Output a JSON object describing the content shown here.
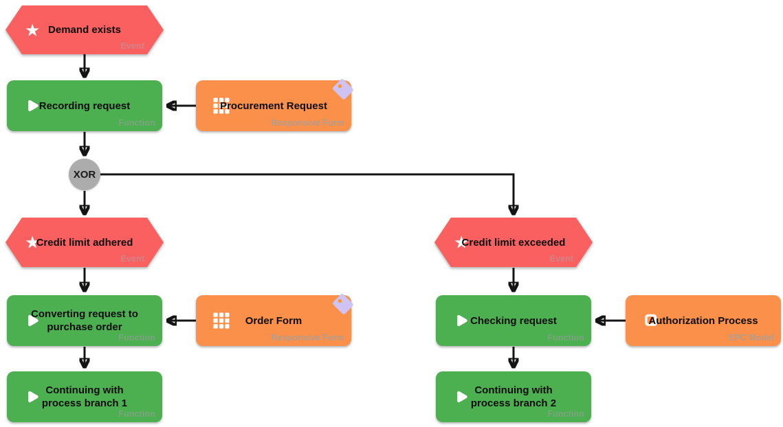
{
  "diagram": {
    "kind": "EPC process model",
    "nodes": {
      "demand": {
        "title": "Demand exists",
        "type": "Event",
        "icon": "star-icon"
      },
      "recording": {
        "title": "Recording request",
        "type": "Function",
        "icon": "play-icon"
      },
      "procurement": {
        "title": "Procurement Request",
        "type": "Responsive Form",
        "icon": "grid-icon",
        "badge": "tag-icon"
      },
      "xor": {
        "label": "XOR"
      },
      "adhered": {
        "title": "Credit limit adhered",
        "type": "Event",
        "icon": "star-icon"
      },
      "exceeded": {
        "title": "Credit limit exceeded",
        "type": "Event",
        "icon": "star-icon"
      },
      "converting": {
        "title": "Converting request to purchase order",
        "type": "Function",
        "icon": "play-icon"
      },
      "orderForm": {
        "title": "Order Form",
        "type": "Responsive Form",
        "icon": "grid-icon",
        "badge": "tag-icon"
      },
      "checking": {
        "title": "Checking request",
        "type": "Function",
        "icon": "play-icon"
      },
      "authorization": {
        "title": "Authorization Process",
        "type": "EPC Model",
        "icon": "model-icon"
      },
      "branch1": {
        "title": "Continuing with process branch 1",
        "type": "Function",
        "icon": "play-icon"
      },
      "branch2": {
        "title": "Continuing with process branch 2",
        "type": "Function",
        "icon": "play-icon"
      }
    },
    "edges": [
      "demand -> recording",
      "procurement -> recording",
      "recording -> xor",
      "xor -> adhered",
      "xor -> exceeded",
      "adhered -> converting",
      "orderForm -> converting",
      "converting -> branch1",
      "exceeded -> checking",
      "authorization -> checking",
      "checking -> branch2"
    ],
    "colors": {
      "event": "#F9605F",
      "function": "#4CAF50",
      "artifact": "#FA9049",
      "connector": "#ACACAC",
      "arrow": "#141414",
      "tag": "#CEC3F2",
      "tag_dot": "#F5993D",
      "background": "#FFFFFF"
    }
  }
}
